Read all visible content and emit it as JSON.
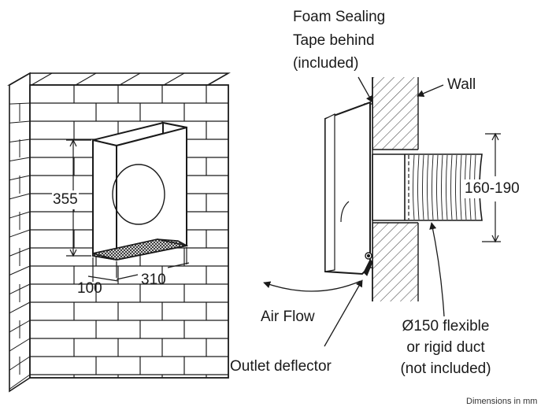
{
  "labels": {
    "foam_line1": "Foam Sealing",
    "foam_line2": "Tape behind",
    "foam_line3": "(included)",
    "wall": "Wall",
    "dim_height": "355",
    "dim_depth": "100",
    "dim_width": "310",
    "dim_duct": "160-190",
    "air_flow": "Air Flow",
    "duct_line1": "Ø150 flexible",
    "duct_line2": "or rigid duct",
    "duct_line3": "(not included)",
    "outlet_deflector": "Outlet deflector",
    "units_note": "Dimensions in mm"
  },
  "colors": {
    "ink": "#1a1a1a",
    "hatch": "#444444",
    "background": "#ffffff"
  }
}
